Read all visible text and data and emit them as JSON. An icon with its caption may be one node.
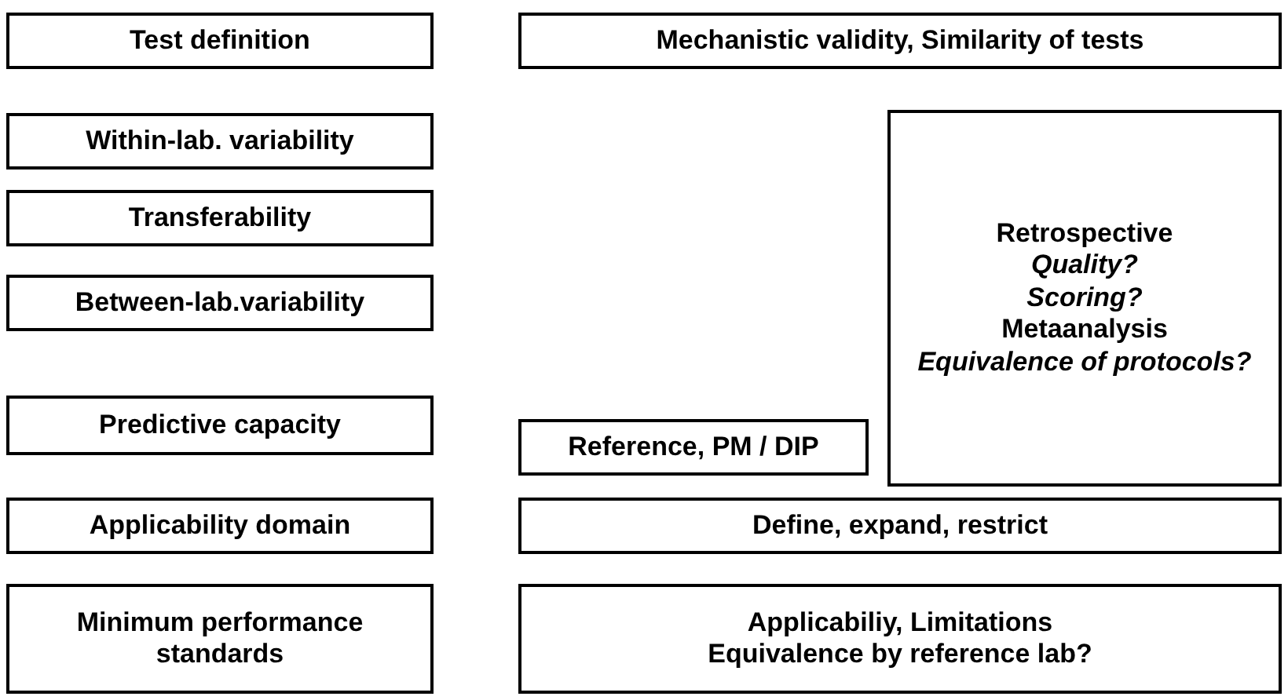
{
  "diagram": {
    "nodes": [
      {
        "text": [
          "Test definition"
        ]
      },
      {
        "text": [
          "Mechanistic validity, Similarity of tests"
        ]
      },
      {
        "text": [
          "Within-lab. variability"
        ]
      },
      {
        "text": [
          "Retrospective",
          "*Quality?*",
          "*Scoring?*",
          "Metaanalysis",
          "*Equivalence of protocols?*"
        ]
      },
      {
        "text": [
          "Transferability"
        ]
      },
      {
        "text": [
          "Between-lab.variability"
        ]
      },
      {
        "text": [
          "Predictive capacity"
        ]
      },
      {
        "text": [
          "Reference, PM / DIP"
        ]
      },
      {
        "text": [
          "Applicability domain"
        ]
      },
      {
        "text": [
          "Define, expand, restrict"
        ]
      },
      {
        "text": [
          "Minimum performance standards"
        ]
      },
      {
        "text": [
          "Applicabiliy, Limitations",
          "Equivalence by reference lab?"
        ]
      }
    ]
  }
}
